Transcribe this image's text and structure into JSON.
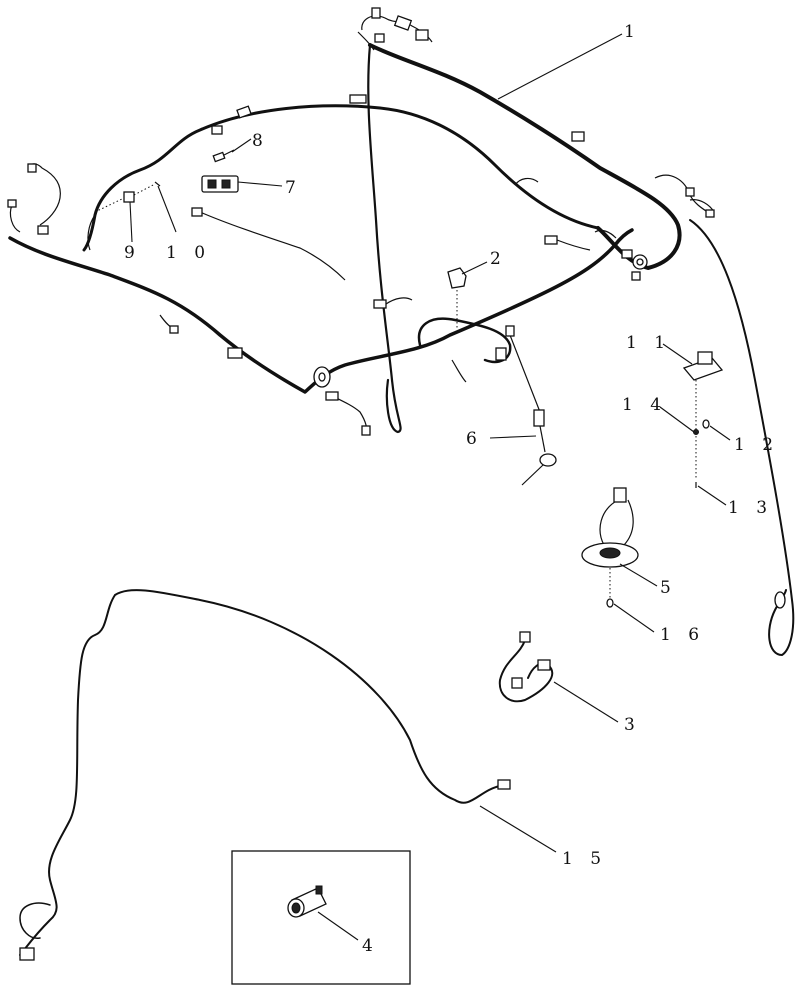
{
  "callouts": [
    {
      "id": "1",
      "text": "1"
    },
    {
      "id": "2",
      "text": "2"
    },
    {
      "id": "3",
      "text": "3"
    },
    {
      "id": "4",
      "text": "4"
    },
    {
      "id": "5",
      "text": "5"
    },
    {
      "id": "6",
      "text": "6"
    },
    {
      "id": "7",
      "text": "7"
    },
    {
      "id": "8",
      "text": "8"
    },
    {
      "id": "9",
      "text": "9"
    },
    {
      "id": "10",
      "text": "1 0"
    },
    {
      "id": "11",
      "text": "1 1"
    },
    {
      "id": "12",
      "text": "1 2"
    },
    {
      "id": "13",
      "text": "1 3"
    },
    {
      "id": "14",
      "text": "1 4"
    },
    {
      "id": "15",
      "text": "1 5"
    },
    {
      "id": "16",
      "text": "1 6"
    }
  ]
}
